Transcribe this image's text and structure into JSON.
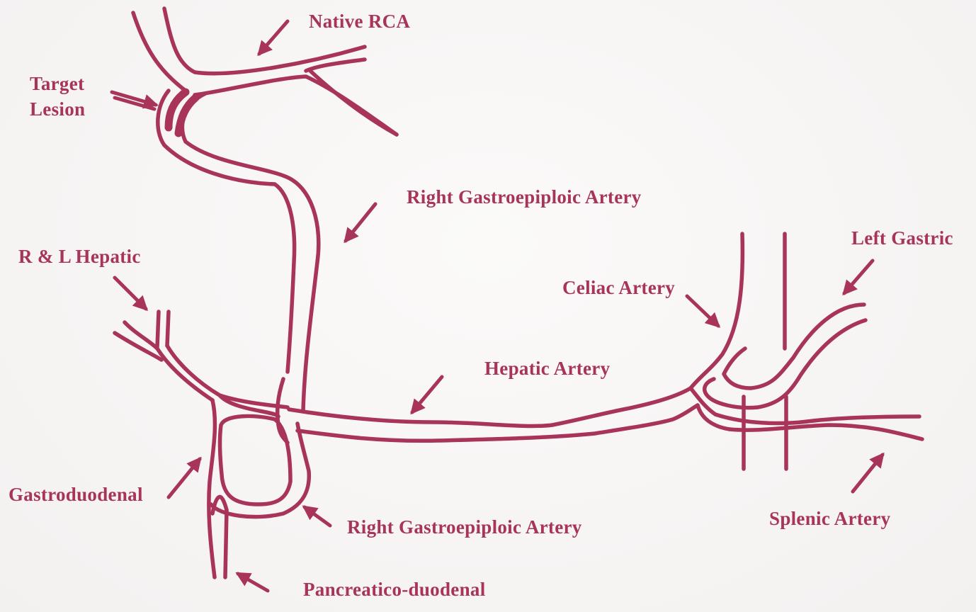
{
  "colors": {
    "vessel": "#a8345a",
    "background": "#f7f5f4"
  },
  "labels": {
    "native_rca": "Native RCA",
    "target_lesion_line1": "Target",
    "target_lesion_line2": "Lesion",
    "right_gastroepiploic_upper": "Right Gastroepiploic Artery",
    "rl_hepatic": "R & L Hepatic",
    "celiac_artery": "Celiac Artery",
    "left_gastric": "Left Gastric",
    "hepatic_artery": "Hepatic Artery",
    "gastroduodenal": "Gastroduodenal",
    "right_gastroepiploic_lower": "Right Gastroepiploic Artery",
    "splenic_artery": "Splenic Artery",
    "pancreatico_duodenal": "Pancreatico-duodenal"
  }
}
